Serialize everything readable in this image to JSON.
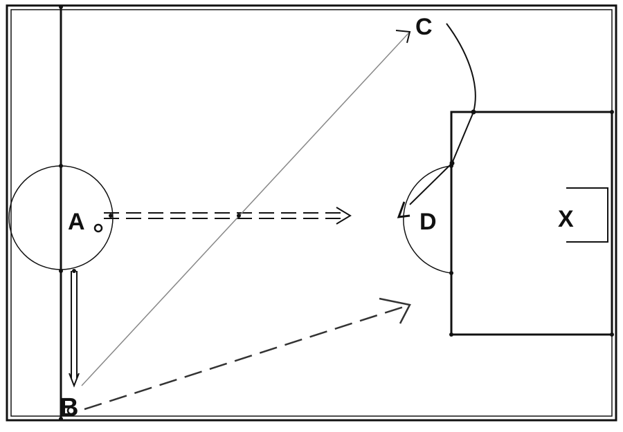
{
  "labels": {
    "point_a": "A",
    "point_b": "B",
    "point_c": "C",
    "point_d": "D",
    "goal_marker": "X"
  },
  "colors": {
    "ink": "#111111",
    "background": "#ffffff",
    "pass_line": "#888888"
  }
}
